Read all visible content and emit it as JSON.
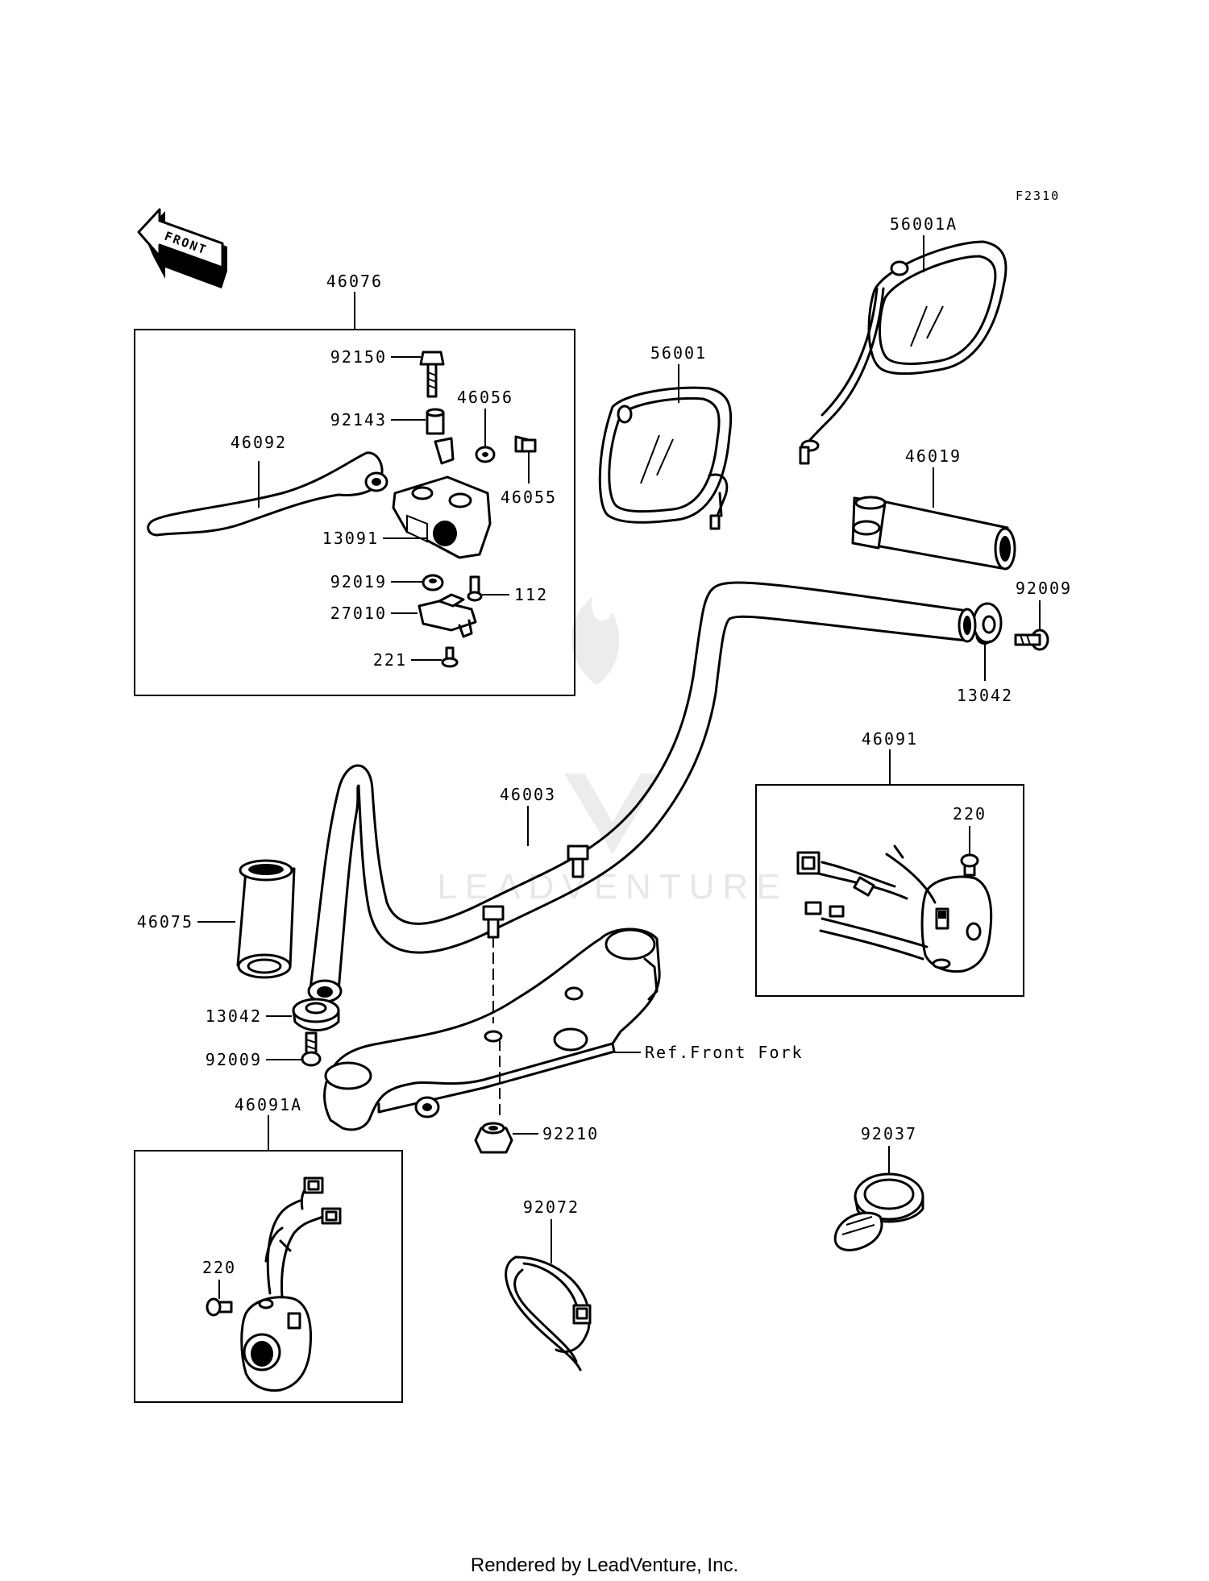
{
  "figure_code": "F2310",
  "direction_label": "FRONT",
  "watermark": "LEADVENTURE",
  "reference_label": "Ref.Front Fork",
  "footer": "Rendered by LeadVenture, Inc.",
  "group_labels": {
    "lever_assembly": "46076",
    "switch_right": "46091",
    "switch_left": "46091A"
  },
  "parts": {
    "p92150": "92150",
    "p92143": "92143",
    "p46056": "46056",
    "p46092": "46092",
    "p46055": "46055",
    "p13091": "13091",
    "p92019": "92019",
    "p112": "112",
    "p27010": "27010",
    "p221": "221",
    "p56001": "56001",
    "p56001A": "56001A",
    "p46019": "46019",
    "p92009a": "92009",
    "p13042a": "13042",
    "p46003": "46003",
    "p220a": "220",
    "p46075": "46075",
    "p13042b": "13042",
    "p92009b": "92009",
    "p92210": "92210",
    "p220b": "220",
    "p92072": "92072",
    "p92037": "92037"
  }
}
